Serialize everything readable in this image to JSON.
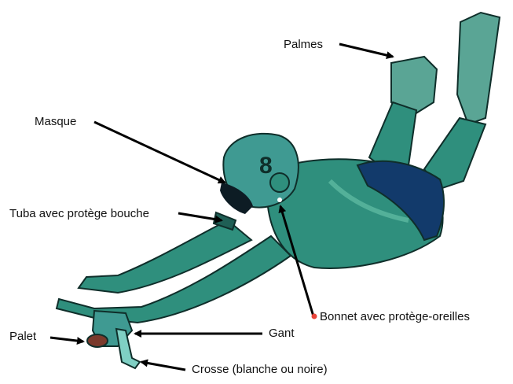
{
  "labels": {
    "palmes": "Palmes",
    "masque": "Masque",
    "tuba": "Tuba avec protège bouche",
    "bonnet": "Bonnet avec protège-oreilles",
    "gant": "Gant",
    "palet": "Palet",
    "crosse": "Crosse (blanche ou noire)"
  },
  "cap_number": "8",
  "colors": {
    "skin": "#2f8f7d",
    "skin_light": "#6cc7ab",
    "skin_dark": "#1f5f55",
    "outline": "#0f2e2a",
    "swimsuit": "#123a6b",
    "cap": "#3f9a92",
    "mask": "#0d1c24",
    "fins": "#5aa595",
    "puck": "#7a3a2c",
    "stick": "#7fd0c4",
    "arrow": "#000000",
    "dot": "#e8443a"
  }
}
